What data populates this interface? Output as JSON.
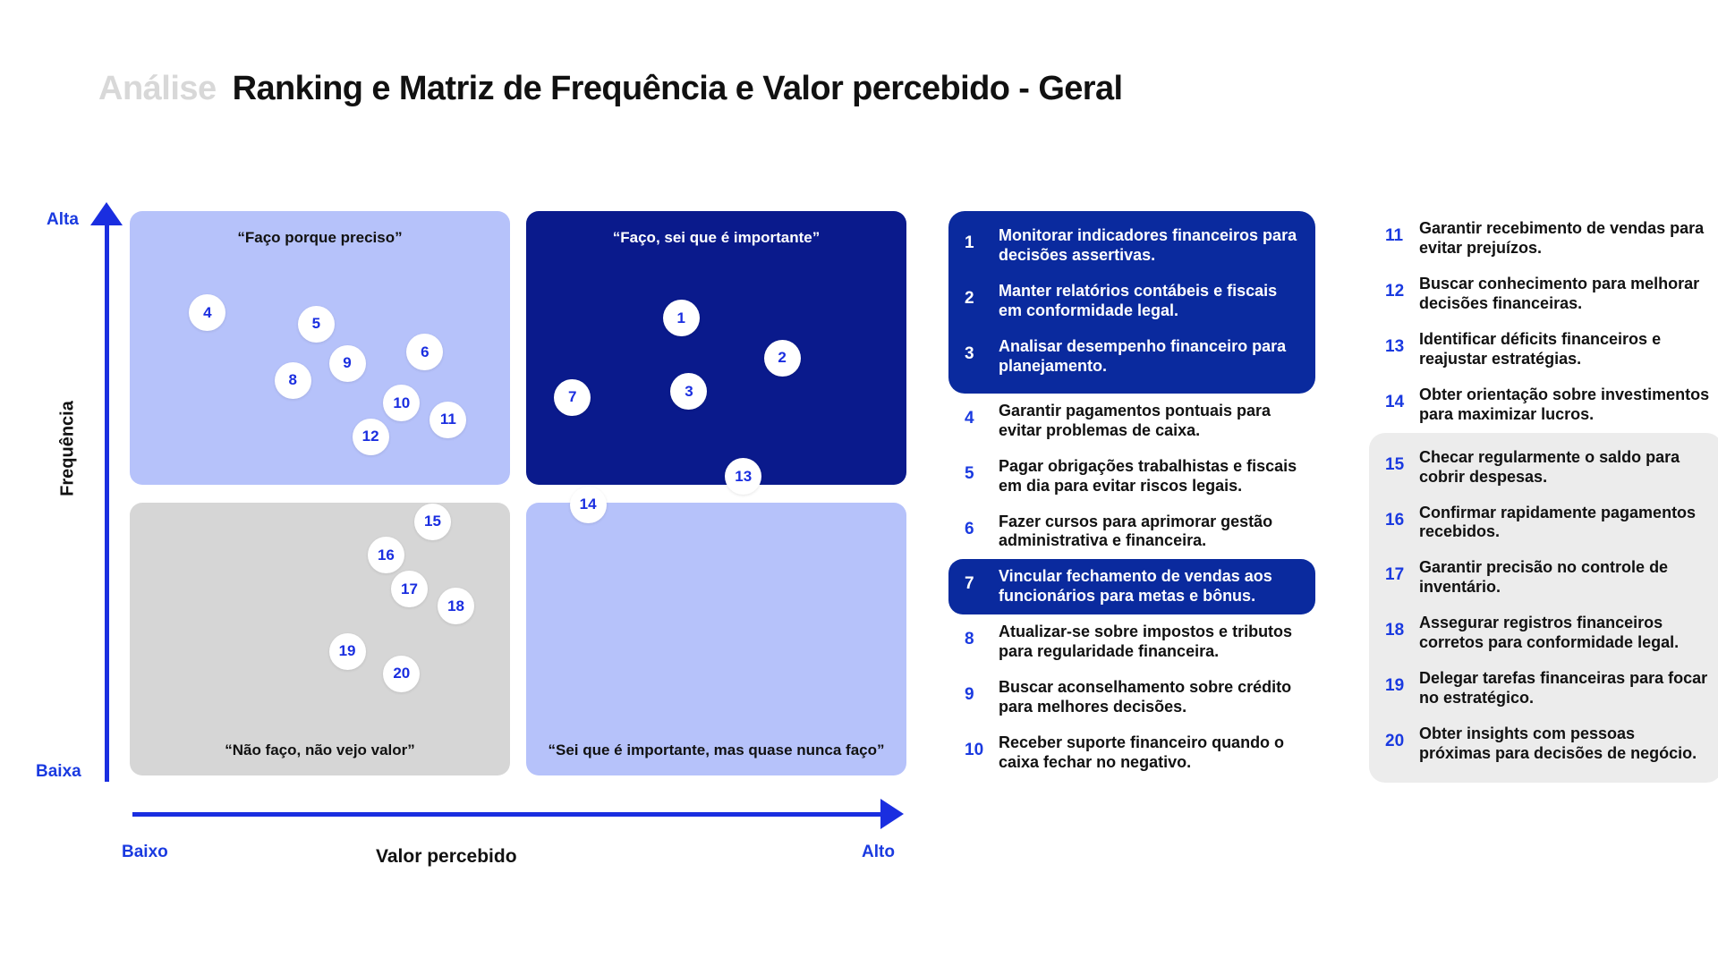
{
  "title": {
    "eyebrow": "Análise",
    "main": "Ranking e Matriz de Frequência e Valor percebido - Geral"
  },
  "axes": {
    "y_label": "Frequência",
    "y_high": "Alta",
    "y_low": "Baixa",
    "x_label": "Valor percebido",
    "x_low": "Baixo",
    "x_high": "Alto"
  },
  "quadrants": {
    "top_left": "“Faço porque preciso”",
    "top_right": "“Faço, sei que é importante”",
    "bottom_left": "“Não faço, não vejo valor”",
    "bottom_right": "“Sei que é importante, mas quase nunca faço”"
  },
  "colors": {
    "accent_blue": "#1a2ee0",
    "dark_blue": "#0a1a8c",
    "light_blue": "#b6c2fa",
    "grey": "#d6d6d6",
    "panel_grey": "#ececec",
    "panel_dark": "#0a2a9e"
  },
  "chart_data": {
    "type": "scatter",
    "title": "Ranking e Matriz de Frequência e Valor percebido - Geral",
    "xlabel": "Valor percebido",
    "ylabel": "Frequência",
    "xlim": [
      0,
      100
    ],
    "ylim": [
      0,
      100
    ],
    "xticklabels": [
      "Baixo",
      "Alto"
    ],
    "yticklabels": [
      "Baixa",
      "Alta"
    ],
    "grid": false,
    "legend": "none",
    "quadrant_labels": {
      "top_left": "“Faço porque preciso”",
      "top_right": "“Faço, sei que é importante”",
      "bottom_left": "“Não faço, não vejo valor”",
      "bottom_right": "“Sei que é importante, mas quase nunca faço”"
    },
    "points": [
      {
        "id": "1",
        "x": 71,
        "y": 81,
        "quadrant": "top_right"
      },
      {
        "id": "2",
        "x": 84,
        "y": 74,
        "quadrant": "top_right"
      },
      {
        "id": "3",
        "x": 72,
        "y": 68,
        "quadrant": "top_right"
      },
      {
        "id": "4",
        "x": 10,
        "y": 82,
        "quadrant": "top_left"
      },
      {
        "id": "5",
        "x": 24,
        "y": 80,
        "quadrant": "top_left"
      },
      {
        "id": "6",
        "x": 38,
        "y": 75,
        "quadrant": "top_left"
      },
      {
        "id": "7",
        "x": 57,
        "y": 67,
        "quadrant": "top_right"
      },
      {
        "id": "8",
        "x": 21,
        "y": 70,
        "quadrant": "top_left"
      },
      {
        "id": "9",
        "x": 28,
        "y": 73,
        "quadrant": "top_left"
      },
      {
        "id": "10",
        "x": 35,
        "y": 66,
        "quadrant": "top_left"
      },
      {
        "id": "11",
        "x": 41,
        "y": 63,
        "quadrant": "top_left"
      },
      {
        "id": "12",
        "x": 31,
        "y": 60,
        "quadrant": "top_left"
      },
      {
        "id": "13",
        "x": 79,
        "y": 53,
        "quadrant": "boundary"
      },
      {
        "id": "14",
        "x": 59,
        "y": 48,
        "quadrant": "bottom_right"
      },
      {
        "id": "15",
        "x": 39,
        "y": 45,
        "quadrant": "bottom_left"
      },
      {
        "id": "16",
        "x": 33,
        "y": 39,
        "quadrant": "bottom_left"
      },
      {
        "id": "17",
        "x": 36,
        "y": 33,
        "quadrant": "bottom_left"
      },
      {
        "id": "18",
        "x": 42,
        "y": 30,
        "quadrant": "bottom_left"
      },
      {
        "id": "19",
        "x": 28,
        "y": 22,
        "quadrant": "bottom_left"
      },
      {
        "id": "20",
        "x": 35,
        "y": 18,
        "quadrant": "bottom_left"
      }
    ]
  },
  "ranking": {
    "mid_column": [
      {
        "num": "1",
        "text": "Monitorar indicadores financeiros para decisões assertivas.",
        "highlight": "dark-group"
      },
      {
        "num": "2",
        "text": "Manter relatórios contábeis e fiscais em conformidade legal.",
        "highlight": "dark-group"
      },
      {
        "num": "3",
        "text": "Analisar desempenho financeiro para planejamento.",
        "highlight": "dark-group"
      },
      {
        "num": "4",
        "text": "Garantir pagamentos pontuais para evitar problemas de caixa.",
        "highlight": "none"
      },
      {
        "num": "5",
        "text": "Pagar obrigações trabalhistas e fiscais em dia para evitar riscos legais.",
        "highlight": "none"
      },
      {
        "num": "6",
        "text": "Fazer cursos para aprimorar gestão administrativa e financeira.",
        "highlight": "none"
      },
      {
        "num": "7",
        "text": "Vincular fechamento de vendas aos funcionários para metas e bônus.",
        "highlight": "dark"
      },
      {
        "num": "8",
        "text": "Atualizar-se sobre impostos e tributos para regularidade financeira.",
        "highlight": "none"
      },
      {
        "num": "9",
        "text": "Buscar aconselhamento sobre crédito para melhores decisões.",
        "highlight": "none"
      },
      {
        "num": "10",
        "text": "Receber suporte financeiro quando o caixa fechar no negativo.",
        "highlight": "none"
      }
    ],
    "right_column": [
      {
        "num": "11",
        "text": "Garantir recebimento de vendas para evitar prejuízos.",
        "highlight": "none"
      },
      {
        "num": "12",
        "text": "Buscar conhecimento para melhorar decisões financeiras.",
        "highlight": "none"
      },
      {
        "num": "13",
        "text": "Identificar déficits financeiros e reajustar estratégias.",
        "highlight": "none"
      },
      {
        "num": "14",
        "text": "Obter orientação sobre investimentos para maximizar lucros.",
        "highlight": "none"
      },
      {
        "num": "15",
        "text": "Checar regularmente o saldo para cobrir despesas.",
        "highlight": "grey-group"
      },
      {
        "num": "16",
        "text": "Confirmar rapidamente pagamentos recebidos.",
        "highlight": "grey-group"
      },
      {
        "num": "17",
        "text": "Garantir precisão no controle de inventário.",
        "highlight": "grey-group"
      },
      {
        "num": "18",
        "text": "Assegurar registros financeiros corretos para conformidade legal.",
        "highlight": "grey-group"
      },
      {
        "num": "19",
        "text": "Delegar tarefas financeiras para focar no estratégico.",
        "highlight": "grey-group"
      },
      {
        "num": "20",
        "text": "Obter insights com pessoas próximas para decisões de negócio.",
        "highlight": "grey-group"
      }
    ]
  }
}
